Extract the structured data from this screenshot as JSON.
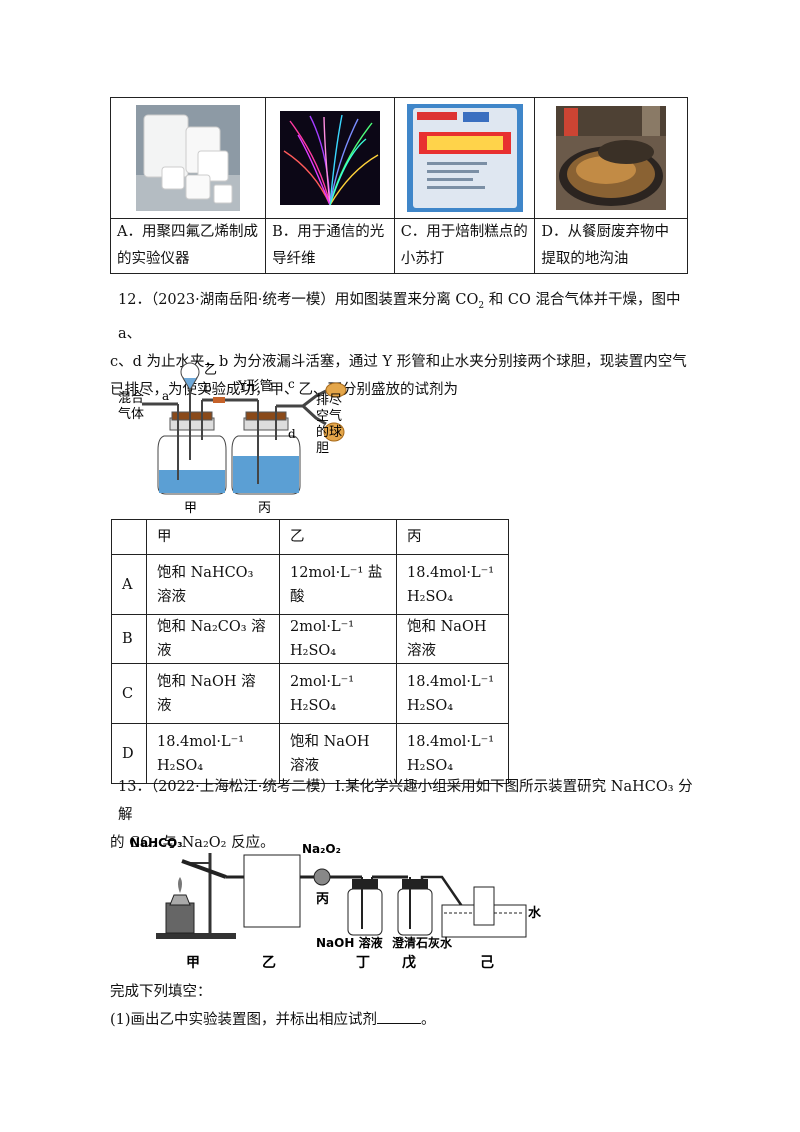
{
  "q11_options": [
    {
      "caption": "A．用聚四氟乙烯制成的实验仪器",
      "photo_icon": "ptfe-beakers"
    },
    {
      "caption": "B．用于通信的光导纤维",
      "photo_icon": "optical-fibers"
    },
    {
      "caption": "C．用于焙制糕点的小苏打",
      "photo_icon": "baking-soda-package"
    },
    {
      "caption": "D．从餐厨废弃物中提取的地沟油",
      "photo_icon": "waste-oil-pot"
    }
  ],
  "q12": {
    "number": "12．",
    "source": "（2023·湖南岳阳·统考一模）",
    "text_line1_pre": "用如图装置来分离 CO",
    "text_line1_mid": " 和 CO 混合气体并干燥，图中 a、",
    "text_line2": "c、d 为止水夹，b 为分液漏斗活塞，通过 Y 形管和止水夹分别接两个球胆，现装置内空气",
    "text_line3": "已排尽，为使实验成功，甲、乙、丙分别盛放的试剂为",
    "diagram_labels": {
      "mixed_gas": "混合",
      "mixed_gas2": "气体",
      "yi": "乙",
      "a": "a",
      "b": "b",
      "c": "c",
      "d": "d",
      "y_tube": "Y形管",
      "balloon1": "排尽",
      "balloon2": "空气",
      "balloon3": "的球",
      "balloon4": "胆",
      "jia": "甲",
      "bing": "丙"
    },
    "table_headers": [
      "",
      "甲",
      "乙",
      "丙"
    ],
    "rows": [
      {
        "label": "A",
        "jia": "饱和 NaHCO₃ 溶液",
        "yi": "12mol·L⁻¹ 盐酸",
        "bing1": "18.4mol·L⁻¹",
        "bing2": "H₂SO₄"
      },
      {
        "label": "B",
        "jia": "饱和 Na₂CO₃ 溶液",
        "yi": "2mol·L⁻¹ H₂SO₄",
        "bing1": "饱和 NaOH 溶液",
        "bing2": ""
      },
      {
        "label": "C",
        "jia": "饱和 NaOH 溶液",
        "yi": "2mol·L⁻¹ H₂SO₄",
        "bing1": "18.4mol·L⁻¹",
        "bing2": "H₂SO₄"
      },
      {
        "label": "D",
        "jia": "18.4mol·L⁻¹ H₂SO₄",
        "yi": "饱和 NaOH 溶液",
        "bing1": "18.4mol·L⁻¹",
        "bing2": "H₂SO₄"
      }
    ]
  },
  "q13": {
    "number": "13．",
    "source": "（2022·上海松江·统考二模）",
    "text_line1": "I.某化学兴趣小组采用如下图所示装置研究 NaHCO₃ 分解",
    "text_line2": "的 CO₂ 与 Na₂O₂ 反应。",
    "diagram_labels": {
      "nahco3": "NaHCO₃",
      "na2o2": "Na₂O₂",
      "bing": "丙",
      "naoh": "NaOH 溶液",
      "limewater": "澄清石灰水",
      "water": "水",
      "jia": "甲",
      "yi": "乙",
      "ding": "丁",
      "wu": "戊",
      "ji": "己"
    },
    "instruction": "完成下列填空：",
    "sub1": "(1)画出乙中实验装置图，并标出相应试剂",
    "sub1_end": "。"
  }
}
